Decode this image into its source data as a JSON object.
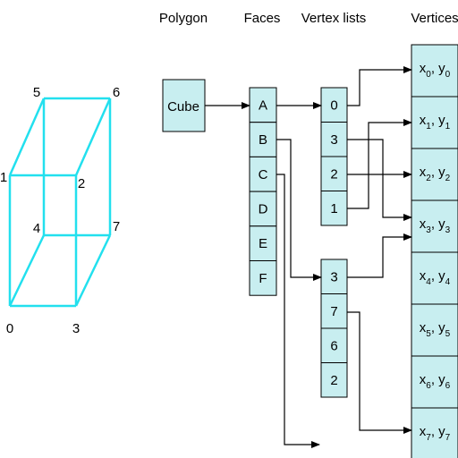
{
  "colors": {
    "box_fill": "#c8eef0",
    "cube_line": "#22e0ee",
    "stroke": "#000000"
  },
  "headers": {
    "polygon": "Polygon",
    "faces": "Faces",
    "vertex_lists": "Vertex lists",
    "vertices": "Vertices"
  },
  "cube_labels": [
    "0",
    "1",
    "2",
    "3",
    "4",
    "5",
    "6",
    "7"
  ],
  "polygon_box": "Cube",
  "faces": [
    "A",
    "B",
    "C",
    "D",
    "E",
    "F"
  ],
  "vertex_list_1": [
    "0",
    "3",
    "2",
    "1"
  ],
  "vertex_list_2": [
    "3",
    "7",
    "6",
    "2"
  ],
  "vertices": [
    {
      "x": "x",
      "xs": "0",
      "y": "y",
      "ys": "0"
    },
    {
      "x": "x",
      "xs": "1",
      "y": "y",
      "ys": "1"
    },
    {
      "x": "x",
      "xs": "2",
      "y": "y",
      "ys": "2"
    },
    {
      "x": "x",
      "xs": "3",
      "y": "y",
      "ys": "3"
    },
    {
      "x": "x",
      "xs": "4",
      "y": "y",
      "ys": "4"
    },
    {
      "x": "x",
      "xs": "5",
      "y": "y",
      "ys": "5"
    },
    {
      "x": "x",
      "xs": "6",
      "y": "y",
      "ys": "6"
    },
    {
      "x": "x",
      "xs": "7",
      "y": "y",
      "ys": "7"
    }
  ]
}
